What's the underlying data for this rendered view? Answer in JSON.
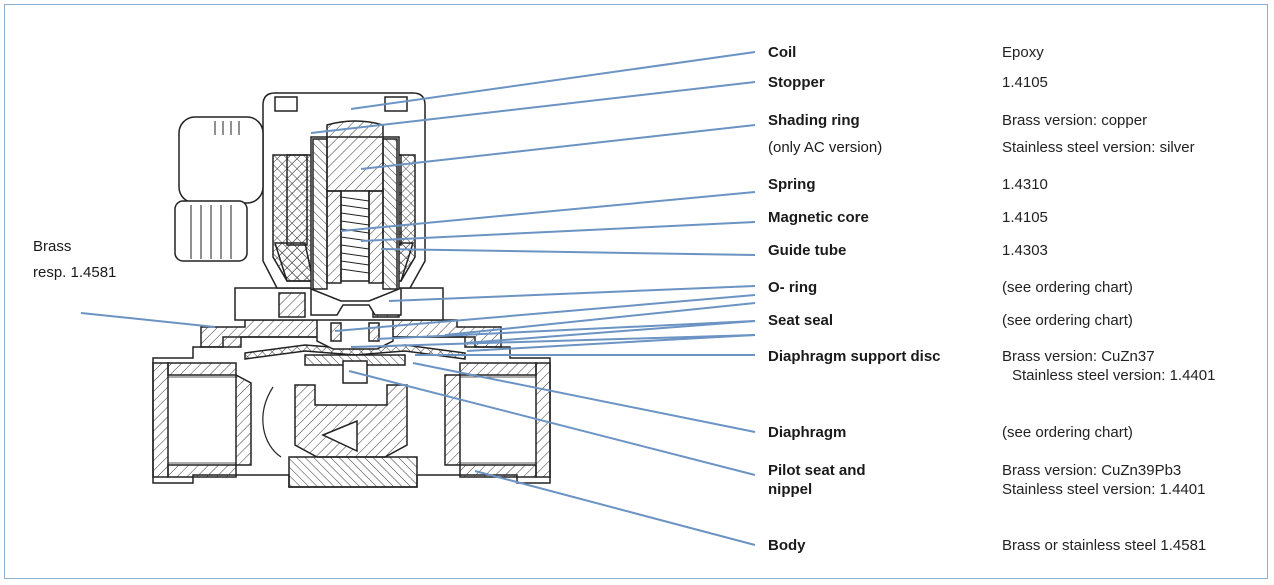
{
  "left_label": {
    "line1": "Brass",
    "line2": "resp. 1.4581"
  },
  "parts": [
    {
      "name": "Coil",
      "material": "Epoxy"
    },
    {
      "name": "Stopper",
      "material": "1.4105"
    },
    {
      "name": "Shading ring",
      "subnote": "(only AC version)",
      "material": "Brass version: copper",
      "material2": "Stainless steel version: silver"
    },
    {
      "name": "Spring",
      "material": "1.4310"
    },
    {
      "name": "Magnetic core",
      "material": "1.4105"
    },
    {
      "name": "Guide tube",
      "material": "1.4303"
    },
    {
      "name": "O- ring",
      "material": "(see ordering chart)"
    },
    {
      "name": "Seat seal",
      "material": "(see ordering chart)"
    },
    {
      "name": "Diaphragm support disc",
      "material": "Brass version: CuZn37",
      "material2": "Stainless steel version: 1.4401"
    },
    {
      "name": "Diaphragm",
      "material": "(see ordering chart)"
    },
    {
      "name": "Pilot seat and",
      "name2": "nippel",
      "material": "Brass version: CuZn39Pb3",
      "material2": "Stainless steel version: 1.4401"
    },
    {
      "name": "Body",
      "material": "Brass or stainless steel 1.4581"
    }
  ],
  "colors": {
    "leader": "#6b93c3",
    "frame": "#8fb0d3",
    "hatch": "#3a3a3a"
  }
}
